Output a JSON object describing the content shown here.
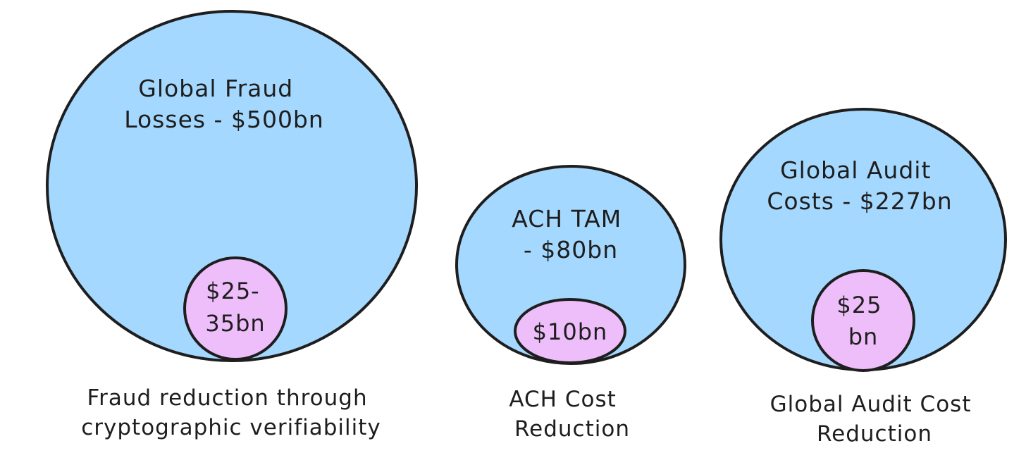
{
  "colors": {
    "large_circle_fill": "#a5d8ff",
    "small_circle_fill": "#eebefa",
    "stroke": "#1e1e1e"
  },
  "groups": [
    {
      "id": "fraud",
      "big_label_lines": [
        "Global Fraud",
        "Losses - $500bn"
      ],
      "small_label_lines": [
        "$25-",
        "35bn"
      ],
      "caption_lines": [
        "Fraud reduction through",
        "cryptographic verifiability"
      ]
    },
    {
      "id": "ach",
      "big_label_lines": [
        "ACH TAM",
        "- $80bn"
      ],
      "small_label_lines": [
        "$10bn"
      ],
      "caption_lines": [
        "ACH Cost",
        "Reduction"
      ]
    },
    {
      "id": "audit",
      "big_label_lines": [
        "Global Audit",
        "Costs - $227bn"
      ],
      "small_label_lines": [
        "$25",
        "bn"
      ],
      "caption_lines": [
        "Global Audit Cost",
        "Reduction"
      ]
    }
  ]
}
